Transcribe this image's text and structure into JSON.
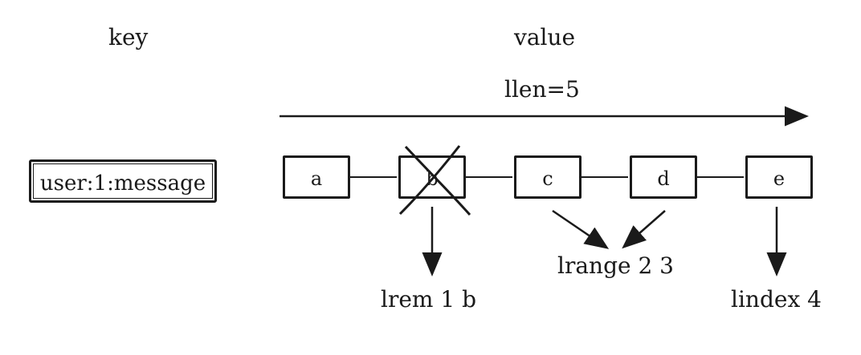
{
  "headers": {
    "key": "key",
    "value": "value"
  },
  "length_label": "llen=5",
  "key_name": "user:1:message",
  "list_items": [
    "a",
    "b",
    "c",
    "d",
    "e"
  ],
  "removed_item": "b",
  "operations": {
    "lrem": "lrem 1 b",
    "lrange": "lrange 2 3",
    "lindex": "lindex 4"
  }
}
